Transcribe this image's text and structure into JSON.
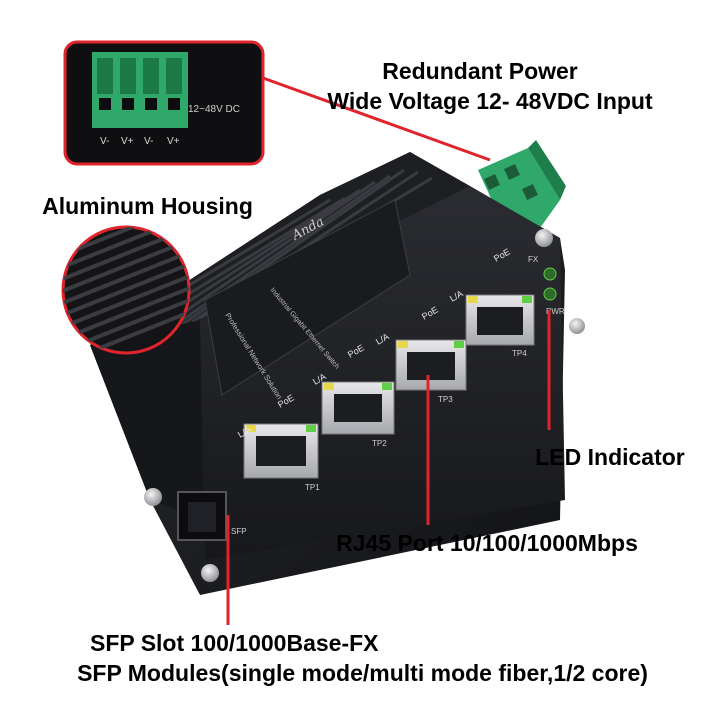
{
  "callouts": {
    "power_line1": "Redundant Power",
    "power_line2": "Wide Voltage 12- 48VDC Input",
    "housing": "Aluminum Housing",
    "led": "LED Indicator",
    "rj45": "RJ45 Port 10/100/1000Mbps",
    "sfp_line1": "SFP Slot 100/1000Base-FX",
    "sfp_line2": "SFP Modules(single mode/multi mode fiber,1/2 core)"
  },
  "inset": {
    "voltage": "12~48V DC",
    "terminals": [
      "V-",
      "V+",
      "V-",
      "V+"
    ]
  },
  "device": {
    "brand": "Anda",
    "label_line1": "Industrial Gigabit Ethernet Switch",
    "label_line2": "Professional Network Solution",
    "ports": [
      {
        "name": "TP1",
        "poe": "PoE",
        "la": "L/A"
      },
      {
        "name": "TP2",
        "poe": "PoE",
        "la": "L/A"
      },
      {
        "name": "TP3",
        "poe": "PoE",
        "la": "L/A"
      },
      {
        "name": "TP4",
        "poe": "PoE",
        "la": "L/A"
      }
    ],
    "sfp": "SFP",
    "led_fx": "FX",
    "led_pwr": "PWR"
  },
  "colors": {
    "callout_line": "#e0242c",
    "housing": "#1b1c20",
    "terminal_green": "#2fa869",
    "led_green": "#5fcf46",
    "led_yellow": "#e6d84a"
  }
}
